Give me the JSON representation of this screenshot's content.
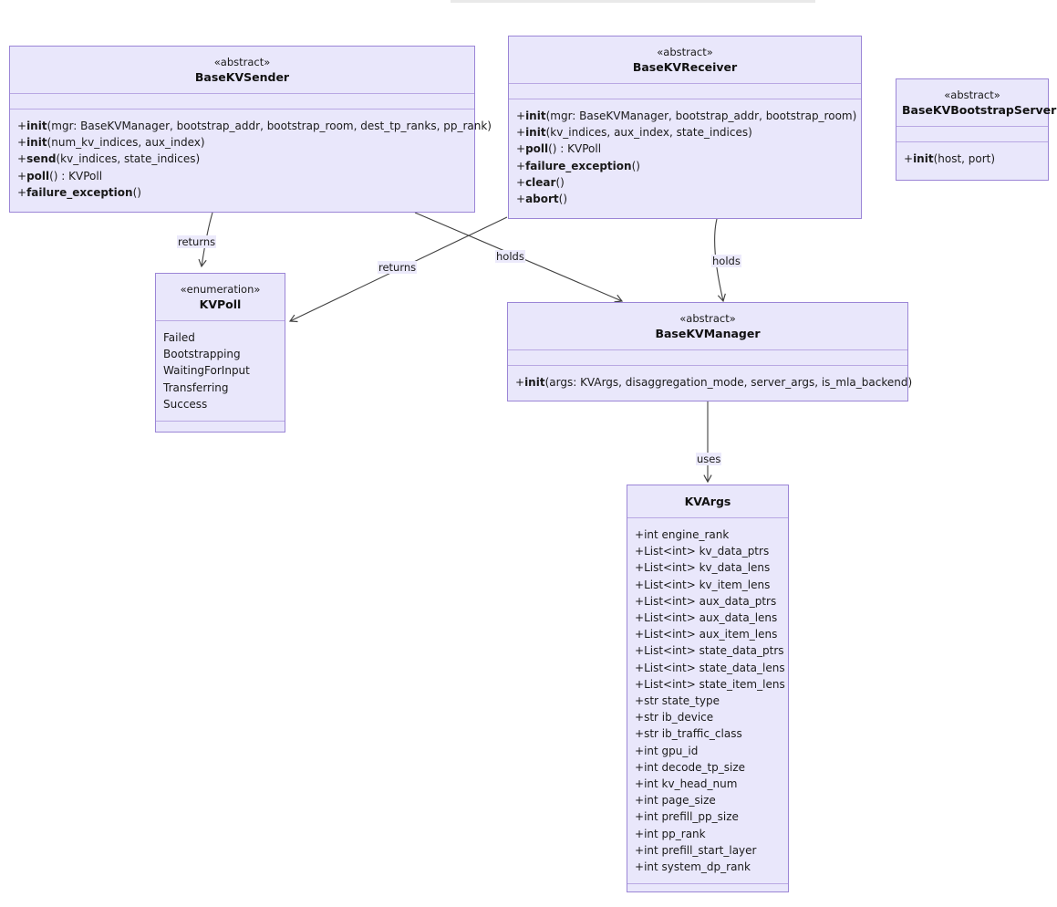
{
  "diagram": {
    "type": "uml-class-diagram",
    "background": "#ffffff",
    "box_fill": "#e9e7fb",
    "box_border": "#9b85d6",
    "divider_color": "#b9a8e3",
    "edge_color": "#404040",
    "label_bg": "#eceafb"
  },
  "classes": {
    "sender": {
      "stereotype": "«abstract»",
      "name": "BaseKVSender",
      "members": [
        {
          "prefix": "+",
          "bold": "init",
          "rest": "(mgr: BaseKVManager, bootstrap_addr, bootstrap_room, dest_tp_ranks, pp_rank)"
        },
        {
          "prefix": "+",
          "bold": "init",
          "rest": "(num_kv_indices, aux_index)"
        },
        {
          "prefix": "+",
          "bold": "send",
          "rest": "(kv_indices, state_indices)"
        },
        {
          "prefix": "+",
          "bold": "poll",
          "rest": "() : KVPoll"
        },
        {
          "prefix": "+",
          "bold": "failure_exception",
          "rest": "()"
        }
      ]
    },
    "receiver": {
      "stereotype": "«abstract»",
      "name": "BaseKVReceiver",
      "members": [
        {
          "prefix": "+",
          "bold": "init",
          "rest": "(mgr: BaseKVManager, bootstrap_addr, bootstrap_room)"
        },
        {
          "prefix": "+",
          "bold": "init",
          "rest": "(kv_indices, aux_index, state_indices)"
        },
        {
          "prefix": "+",
          "bold": "poll",
          "rest": "() : KVPoll"
        },
        {
          "prefix": "+",
          "bold": "failure_exception",
          "rest": "()"
        },
        {
          "prefix": "+",
          "bold": "clear",
          "rest": "()"
        },
        {
          "prefix": "+",
          "bold": "abort",
          "rest": "()"
        }
      ]
    },
    "bootstrap_server": {
      "stereotype": "«abstract»",
      "name": "BaseKVBootstrapServer",
      "members": [
        {
          "prefix": "+",
          "bold": "init",
          "rest": "(host, port)"
        }
      ]
    },
    "kvpoll": {
      "stereotype": "«enumeration»",
      "name": "KVPoll",
      "members": [
        {
          "prefix": "",
          "bold": "",
          "rest": "Failed"
        },
        {
          "prefix": "",
          "bold": "",
          "rest": "Bootstrapping"
        },
        {
          "prefix": "",
          "bold": "",
          "rest": "WaitingForInput"
        },
        {
          "prefix": "",
          "bold": "",
          "rest": "Transferring"
        },
        {
          "prefix": "",
          "bold": "",
          "rest": "Success"
        }
      ]
    },
    "manager": {
      "stereotype": "«abstract»",
      "name": "BaseKVManager",
      "members": [
        {
          "prefix": "+",
          "bold": "init",
          "rest": "(args: KVArgs, disaggregation_mode, server_args, is_mla_backend)"
        }
      ]
    },
    "kvargs": {
      "stereotype": "",
      "name": "KVArgs",
      "members": [
        {
          "prefix": "+",
          "bold": "",
          "rest": "int engine_rank"
        },
        {
          "prefix": "+",
          "bold": "",
          "rest": "List<int> kv_data_ptrs"
        },
        {
          "prefix": "+",
          "bold": "",
          "rest": "List<int> kv_data_lens"
        },
        {
          "prefix": "+",
          "bold": "",
          "rest": "List<int> kv_item_lens"
        },
        {
          "prefix": "+",
          "bold": "",
          "rest": "List<int> aux_data_ptrs"
        },
        {
          "prefix": "+",
          "bold": "",
          "rest": "List<int> aux_data_lens"
        },
        {
          "prefix": "+",
          "bold": "",
          "rest": "List<int> aux_item_lens"
        },
        {
          "prefix": "+",
          "bold": "",
          "rest": "List<int> state_data_ptrs"
        },
        {
          "prefix": "+",
          "bold": "",
          "rest": "List<int> state_data_lens"
        },
        {
          "prefix": "+",
          "bold": "",
          "rest": "List<int> state_item_lens"
        },
        {
          "prefix": "+",
          "bold": "",
          "rest": "str state_type"
        },
        {
          "prefix": "+",
          "bold": "",
          "rest": "str ib_device"
        },
        {
          "prefix": "+",
          "bold": "",
          "rest": "str ib_traffic_class"
        },
        {
          "prefix": "+",
          "bold": "",
          "rest": "int gpu_id"
        },
        {
          "prefix": "+",
          "bold": "",
          "rest": "int decode_tp_size"
        },
        {
          "prefix": "+",
          "bold": "",
          "rest": "int kv_head_num"
        },
        {
          "prefix": "+",
          "bold": "",
          "rest": "int page_size"
        },
        {
          "prefix": "+",
          "bold": "",
          "rest": "int prefill_pp_size"
        },
        {
          "prefix": "+",
          "bold": "",
          "rest": "int pp_rank"
        },
        {
          "prefix": "+",
          "bold": "",
          "rest": "int prefill_start_layer"
        },
        {
          "prefix": "+",
          "bold": "",
          "rest": "int system_dp_rank"
        }
      ]
    }
  },
  "relationships": [
    {
      "id": "sender-returns-kvpoll",
      "from": "BaseKVSender",
      "to": "KVPoll",
      "label": "returns"
    },
    {
      "id": "receiver-returns-kvpoll",
      "from": "BaseKVReceiver",
      "to": "KVPoll",
      "label": "returns"
    },
    {
      "id": "sender-holds-manager",
      "from": "BaseKVSender",
      "to": "BaseKVManager",
      "label": "holds"
    },
    {
      "id": "receiver-holds-manager",
      "from": "BaseKVReceiver",
      "to": "BaseKVManager",
      "label": "holds"
    },
    {
      "id": "manager-uses-kvargs",
      "from": "BaseKVManager",
      "to": "KVArgs",
      "label": "uses"
    }
  ]
}
